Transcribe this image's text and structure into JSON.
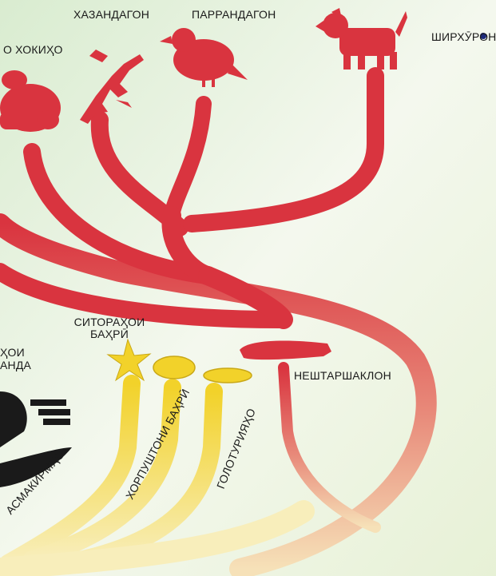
{
  "labels": {
    "amphibians": "О ХОКИҲО",
    "reptiles": "ХАЗАНДАГОН",
    "birds": "ПАРРАНДАГОН",
    "mammals": "ШИРХӮРОН",
    "starfish": "СИТОРАҲОИ БАҲРӢ",
    "sea_urchins": "ХОРПУШТОНИ БАҲРӢ",
    "holothurians": "ГОЛОТУРИЯҲО",
    "lancelet": "НЕШТАРШАКЛОН",
    "fish": "АСМАКИРМҲО",
    "left_fragment": "ҲОИ АНДА"
  },
  "colors": {
    "chordate_branch": "#d9343f",
    "echinoderm_branch": "#f2d22a",
    "background": "#eaf3df",
    "text": "#1a1a1a"
  }
}
